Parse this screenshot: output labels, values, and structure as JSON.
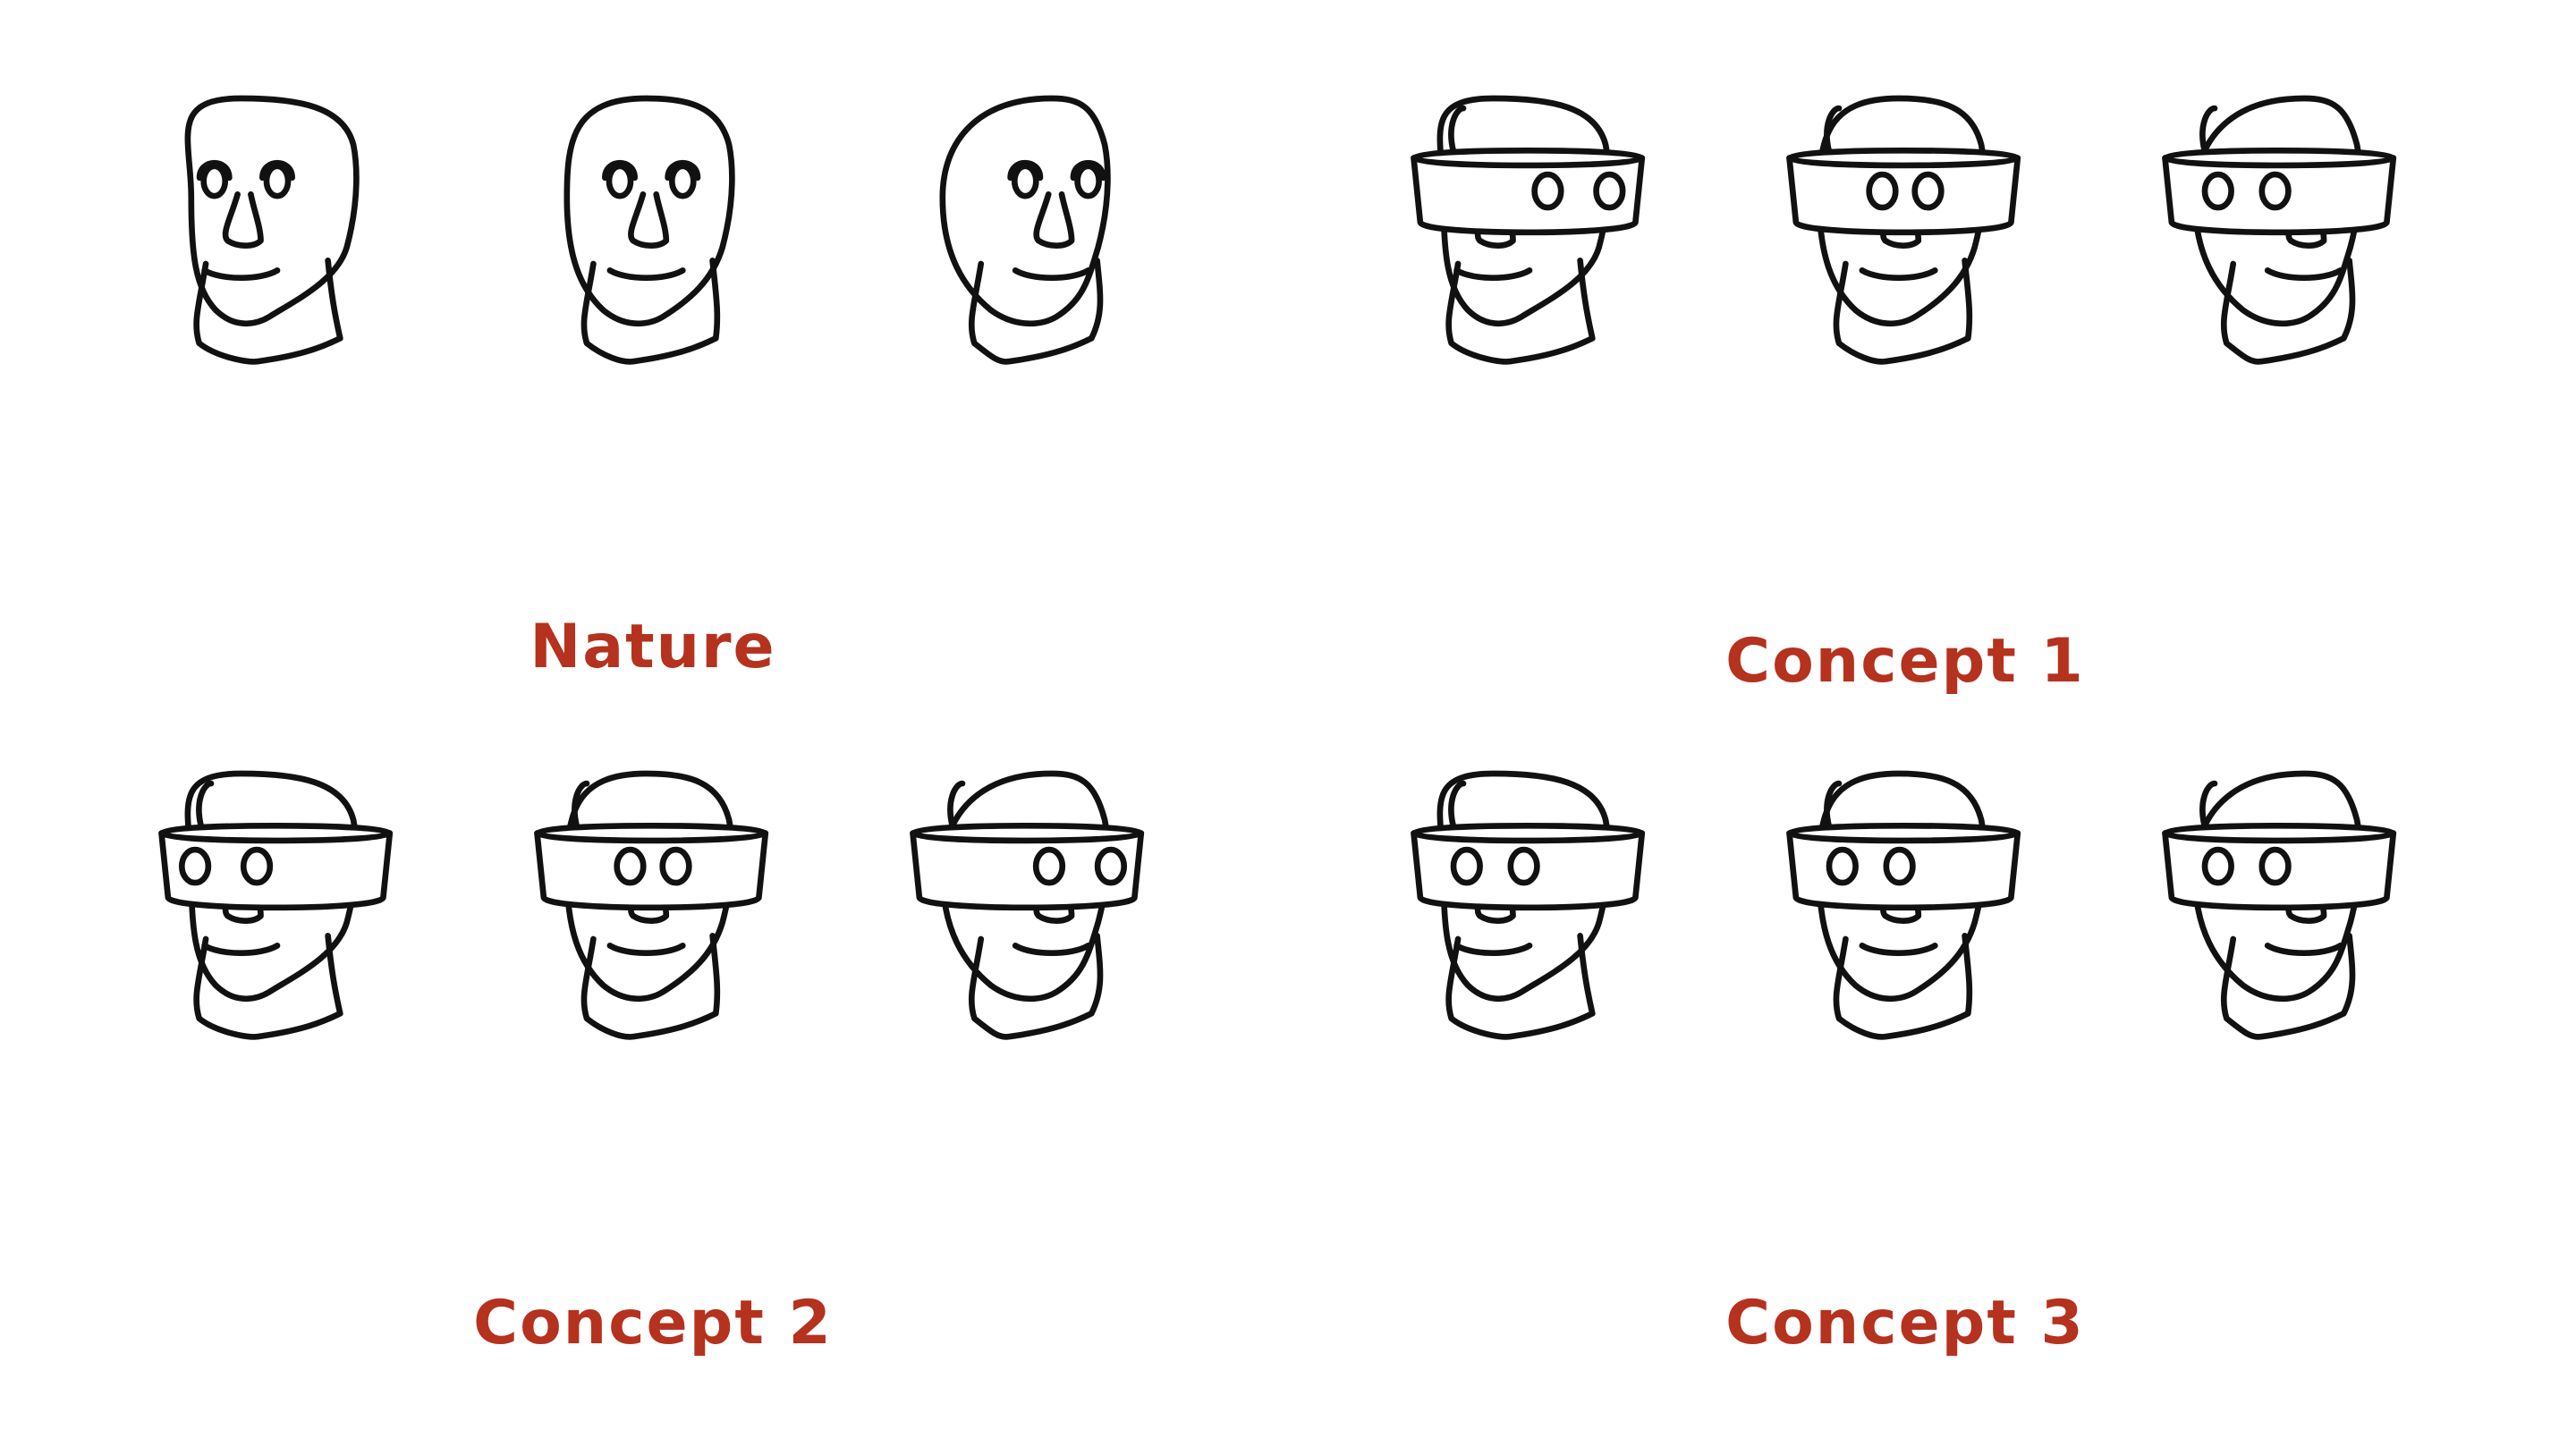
{
  "accent_color": "#b5321e",
  "line_color": "#111111",
  "panels": [
    {
      "label": "Nature",
      "variant": "nature",
      "heads": [
        {
          "view": "left",
          "band": false,
          "band_eye_offsets": [
            0,
            0
          ]
        },
        {
          "view": "front",
          "band": false,
          "band_eye_offsets": [
            0,
            0
          ]
        },
        {
          "view": "right",
          "band": false,
          "band_eye_offsets": [
            0,
            0
          ]
        }
      ]
    },
    {
      "label": "Concept 1",
      "variant": "band",
      "heads": [
        {
          "view": "left",
          "band": true,
          "band_eye_offsets": [
            0.16,
            0.7
          ]
        },
        {
          "view": "front",
          "band": true,
          "band_eye_offsets": [
            -0.2,
            0.2
          ]
        },
        {
          "view": "right",
          "band": true,
          "band_eye_offsets": [
            -0.55,
            -0.05
          ]
        }
      ]
    },
    {
      "label": "Concept 2",
      "variant": "band",
      "heads": [
        {
          "view": "left",
          "band": true,
          "band_eye_offsets": [
            -0.72,
            -0.18
          ]
        },
        {
          "view": "front",
          "band": true,
          "band_eye_offsets": [
            -0.2,
            0.2
          ]
        },
        {
          "view": "right",
          "band": true,
          "band_eye_offsets": [
            0.18,
            0.72
          ]
        }
      ]
    },
    {
      "label": "Concept 3",
      "variant": "band",
      "heads": [
        {
          "view": "left",
          "band": true,
          "band_eye_offsets": [
            -0.55,
            -0.05
          ]
        },
        {
          "view": "front",
          "band": true,
          "band_eye_offsets": [
            -0.55,
            -0.05
          ]
        },
        {
          "view": "right",
          "band": true,
          "band_eye_offsets": [
            -0.55,
            -0.05
          ]
        }
      ]
    }
  ]
}
